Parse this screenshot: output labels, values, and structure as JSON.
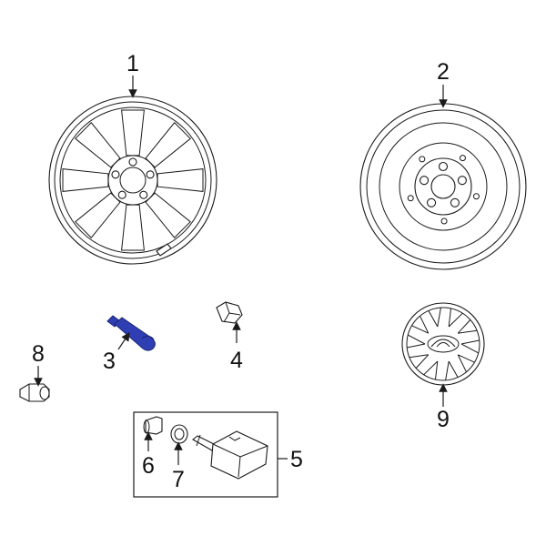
{
  "callouts": [
    {
      "id": "1",
      "label": "1"
    },
    {
      "id": "2",
      "label": "2"
    },
    {
      "id": "3",
      "label": "3"
    },
    {
      "id": "4",
      "label": "4"
    },
    {
      "id": "5",
      "label": "5"
    },
    {
      "id": "6",
      "label": "6"
    },
    {
      "id": "7",
      "label": "7"
    },
    {
      "id": "8",
      "label": "8"
    },
    {
      "id": "9",
      "label": "9"
    }
  ],
  "colors": {
    "line": "#1a1a1a",
    "highlight": "#2f3fb3",
    "background": "#ffffff"
  },
  "highlighted_part": "3"
}
